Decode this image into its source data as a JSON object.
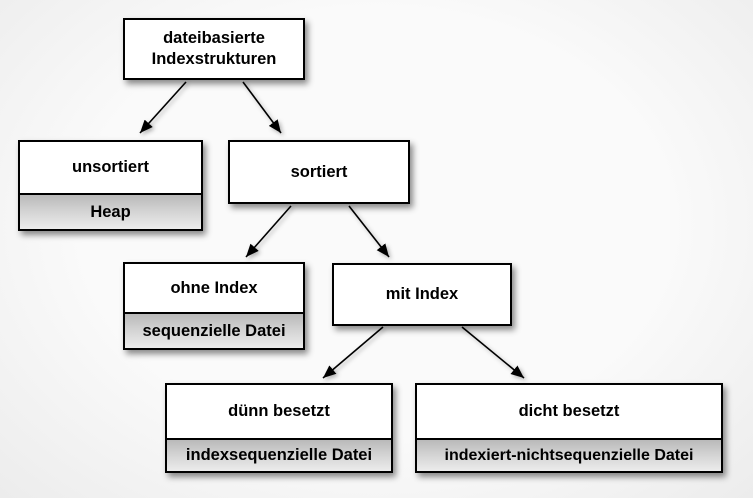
{
  "diagram": {
    "type": "tree",
    "language": "de",
    "nodes": {
      "root": {
        "label": "dateibasierte Indexstrukturen"
      },
      "unsortiert": {
        "label": "unsortiert",
        "sublabel": "Heap"
      },
      "sortiert": {
        "label": "sortiert"
      },
      "ohne_index": {
        "label": "ohne Index",
        "sublabel": "sequenzielle Datei"
      },
      "mit_index": {
        "label": "mit Index"
      },
      "duenn": {
        "label": "dünn besetzt",
        "sublabel": "indexsequenzielle Datei"
      },
      "dicht": {
        "label": "dicht besetzt",
        "sublabel": "indexiert-nichtsequenzielle Datei"
      }
    },
    "edges": [
      {
        "from": "root",
        "to": "unsortiert"
      },
      {
        "from": "root",
        "to": "sortiert"
      },
      {
        "from": "sortiert",
        "to": "ohne_index"
      },
      {
        "from": "sortiert",
        "to": "mit_index"
      },
      {
        "from": "mit_index",
        "to": "duenn"
      },
      {
        "from": "mit_index",
        "to": "dicht"
      }
    ],
    "colors": {
      "background": "#f5f5f5",
      "node_fill": "#ffffff",
      "node_border": "#000000",
      "sublabel_gradient_top": "#b9b9b9",
      "sublabel_gradient_bottom": "#ececec",
      "text": "#000000",
      "arrow": "#000000"
    }
  }
}
